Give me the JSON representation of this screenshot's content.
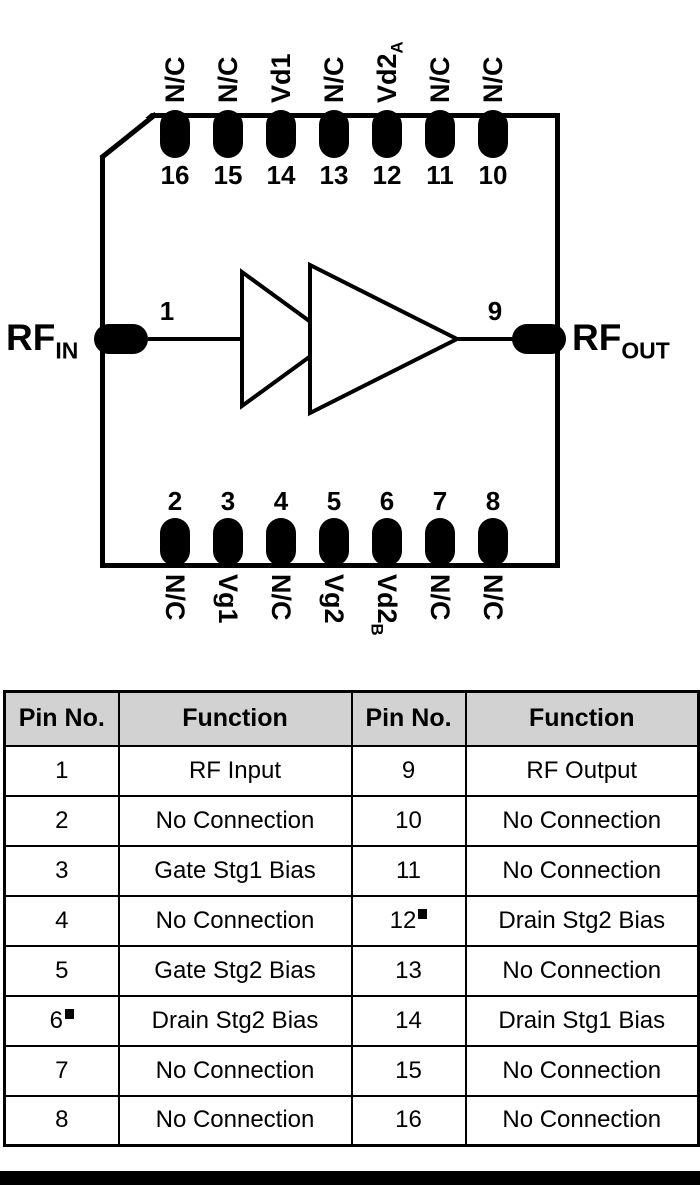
{
  "diagram": {
    "rf_in": {
      "base": "RF",
      "sub": "IN"
    },
    "rf_out": {
      "base": "RF",
      "sub": "OUT"
    },
    "left_pin": {
      "num": "1"
    },
    "right_pin": {
      "num": "9"
    },
    "top_pins": [
      {
        "num": "16",
        "label_base": "N/C",
        "label_sub": ""
      },
      {
        "num": "15",
        "label_base": "N/C",
        "label_sub": ""
      },
      {
        "num": "14",
        "label_base": "Vd1",
        "label_sub": ""
      },
      {
        "num": "13",
        "label_base": "N/C",
        "label_sub": ""
      },
      {
        "num": "12",
        "label_base": "Vd2",
        "label_sub": "A"
      },
      {
        "num": "11",
        "label_base": "N/C",
        "label_sub": ""
      },
      {
        "num": "10",
        "label_base": "N/C",
        "label_sub": ""
      }
    ],
    "bottom_pins": [
      {
        "num": "2",
        "label_base": "N/C",
        "label_sub": ""
      },
      {
        "num": "3",
        "label_base": "Vg1",
        "label_sub": ""
      },
      {
        "num": "4",
        "label_base": "N/C",
        "label_sub": ""
      },
      {
        "num": "5",
        "label_base": "Vg2",
        "label_sub": ""
      },
      {
        "num": "6",
        "label_base": "Vd2",
        "label_sub": "B"
      },
      {
        "num": "7",
        "label_base": "N/C",
        "label_sub": ""
      },
      {
        "num": "8",
        "label_base": "N/C",
        "label_sub": ""
      }
    ]
  },
  "table": {
    "headers": [
      "Pin No.",
      "Function",
      "Pin No.",
      "Function"
    ],
    "rows": [
      {
        "pin_l": "1",
        "func_l": "RF Input",
        "marker_l": false,
        "pin_r": "9",
        "func_r": "RF Output",
        "marker_r": false
      },
      {
        "pin_l": "2",
        "func_l": "No Connection",
        "marker_l": false,
        "pin_r": "10",
        "func_r": "No Connection",
        "marker_r": false
      },
      {
        "pin_l": "3",
        "func_l": "Gate Stg1 Bias",
        "marker_l": false,
        "pin_r": "11",
        "func_r": "No Connection",
        "marker_r": false
      },
      {
        "pin_l": "4",
        "func_l": "No Connection",
        "marker_l": false,
        "pin_r": "12",
        "func_r": "Drain Stg2 Bias",
        "marker_r": true
      },
      {
        "pin_l": "5",
        "func_l": "Gate Stg2 Bias",
        "marker_l": false,
        "pin_r": "13",
        "func_r": "No Connection",
        "marker_r": false
      },
      {
        "pin_l": "6",
        "func_l": "Drain Stg2 Bias",
        "marker_l": true,
        "pin_r": "14",
        "func_r": "Drain Stg1 Bias",
        "marker_r": false
      },
      {
        "pin_l": "7",
        "func_l": "No Connection",
        "marker_l": false,
        "pin_r": "15",
        "func_r": "No Connection",
        "marker_r": false
      },
      {
        "pin_l": "8",
        "func_l": "No Connection",
        "marker_l": false,
        "pin_r": "16",
        "func_r": "No Connection",
        "marker_r": false
      }
    ]
  },
  "colors": {
    "ink": "#000000",
    "header_bg": "#d2d2d2",
    "page_bg": "#ffffff"
  }
}
